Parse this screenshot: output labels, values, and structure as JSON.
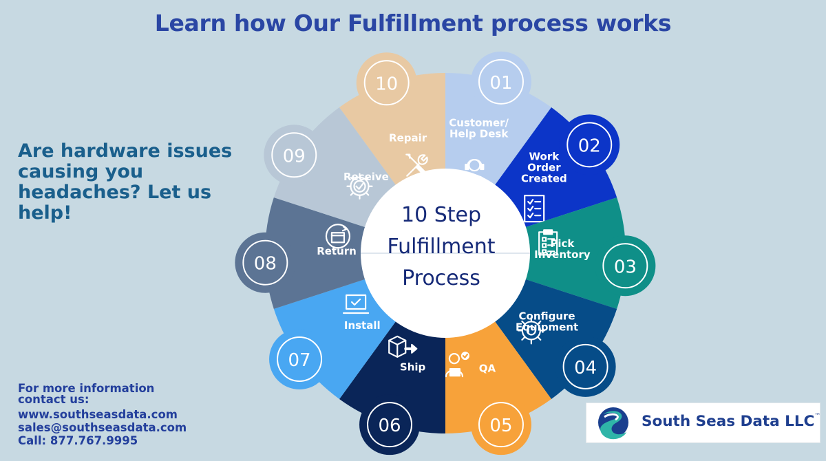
{
  "title": "Learn how Our Fulfillment process works",
  "tagline": "Are hardware issues causing you headaches? Let us help!",
  "center_text": [
    "10 Step",
    "Fulfillment",
    "Process"
  ],
  "steps": [
    {
      "num": "01",
      "label": [
        "Customer/",
        "Help Desk"
      ],
      "icon": "headset-user-icon",
      "color": "#b6cdee"
    },
    {
      "num": "02",
      "label": [
        "Work",
        "Order",
        "Created"
      ],
      "icon": "document-checklist-icon",
      "color": "#0c35c8"
    },
    {
      "num": "03",
      "label": [
        "Pick",
        "Inventory"
      ],
      "icon": "clipboard-checklist-icon",
      "color": "#0f8f88"
    },
    {
      "num": "04",
      "label": [
        "Configure",
        "Equipment"
      ],
      "icon": "gear-icon",
      "color": "#064c88"
    },
    {
      "num": "05",
      "label": [
        "QA"
      ],
      "icon": "technician-check-icon",
      "color": "#f7a23a"
    },
    {
      "num": "06",
      "label": [
        "Ship"
      ],
      "icon": "box-arrow-icon",
      "color": "#0a2558"
    },
    {
      "num": "07",
      "label": [
        "Install"
      ],
      "icon": "laptop-check-icon",
      "color": "#49a7f2"
    },
    {
      "num": "08",
      "label": [
        "Return"
      ],
      "icon": "box-return-icon",
      "color": "#5c7494"
    },
    {
      "num": "09",
      "label": [
        "Receive"
      ],
      "icon": "gear-check-icon",
      "color": "#b8c7d6"
    },
    {
      "num": "10",
      "label": [
        "Repair"
      ],
      "icon": "wrench-screwdriver-icon",
      "color": "#e8c9a3"
    }
  ],
  "contact": {
    "header": [
      "For more information",
      "contact us:"
    ],
    "website": "www.southseasdata.com",
    "email": "sales@southseasdata.com",
    "phone": "Call: 877.767.9995"
  },
  "logo": {
    "name": "South Seas Data LLC",
    "tm": "™"
  }
}
